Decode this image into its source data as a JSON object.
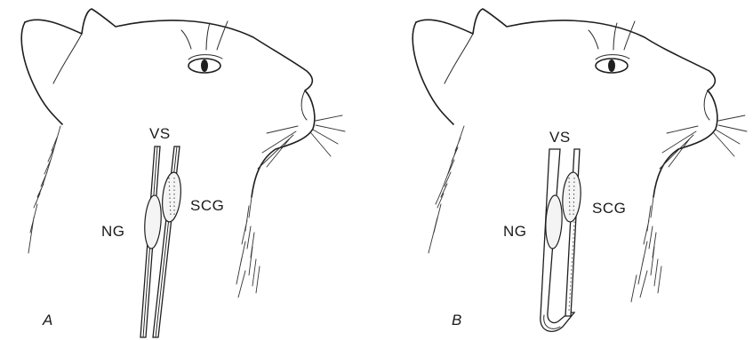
{
  "figure": {
    "panels": [
      {
        "id": "A",
        "letter": "A",
        "labels": {
          "vs": "VS",
          "scg": "SCG",
          "ng": "NG"
        }
      },
      {
        "id": "B",
        "letter": "B",
        "labels": {
          "vs": "VS",
          "scg": "SCG",
          "ng": "NG"
        }
      }
    ]
  }
}
